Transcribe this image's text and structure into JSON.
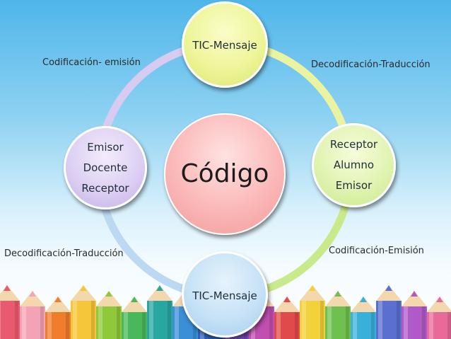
{
  "diagram": {
    "center": {
      "label": "Código"
    },
    "nodes": {
      "top": {
        "lines": [
          "TIC-Mensaje"
        ]
      },
      "right": {
        "lines": [
          "Receptor",
          "Alumno",
          "Emisor"
        ]
      },
      "bottom": {
        "lines": [
          "TIC-Mensaje"
        ]
      },
      "left": {
        "lines": [
          "Emisor",
          "Docente",
          "Receptor"
        ]
      }
    },
    "edge_labels": {
      "top_left": "Codificación- emisión",
      "top_right": "Decodificación-Traducción",
      "bottom_left": "Decodificación-Traducción",
      "bottom_right": "Codificación-Emisión"
    }
  },
  "colors": {
    "ring_top_left": "#d7cbef",
    "ring_top_right": "#e9f3a0",
    "ring_bottom_right": "#c9ea8a",
    "ring_bottom_left": "#bcd9f2",
    "center": "#f7a8a8"
  },
  "pencil_colors": [
    "#ea5a6e",
    "#f4a3b5",
    "#f07d2c",
    "#f6c63a",
    "#8fc93a",
    "#49b85a",
    "#2aa6a0",
    "#3a8fd6",
    "#2e5fb8",
    "#7c4fc0",
    "#c04fb0",
    "#e04a4a",
    "#f3d13a",
    "#6fc04f",
    "#3ab0d8",
    "#5a6fcf",
    "#b05ac8",
    "#e86a9a"
  ]
}
